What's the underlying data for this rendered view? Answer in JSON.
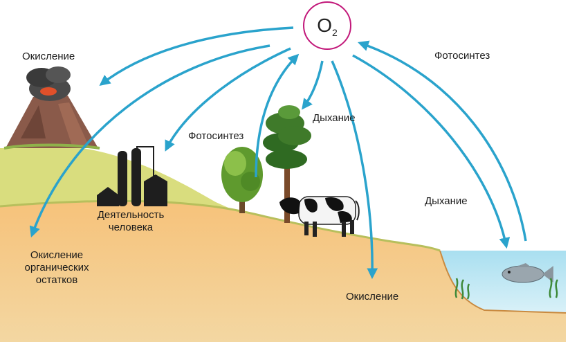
{
  "center": {
    "element": "O",
    "subscript": "2"
  },
  "labels": {
    "volcano": "Окисление",
    "human_line1": "Деятельность",
    "human_line2": "человека",
    "organic_line1": "Окисление",
    "organic_line2": "органических",
    "organic_line3": "остатков",
    "photosynthesis_trees": "Фотосинтез",
    "respiration_trees": "Дыхание",
    "photosynthesis_water": "Фотосинтез",
    "respiration_fish": "Дыхание",
    "soil_oxidation": "Окисление"
  },
  "colors": {
    "arrow": "#2aa3cc",
    "soil": "#f2b260",
    "grass": "#d6dc7c",
    "water": "#bfe6f2",
    "o2_border": "#c2187a"
  }
}
